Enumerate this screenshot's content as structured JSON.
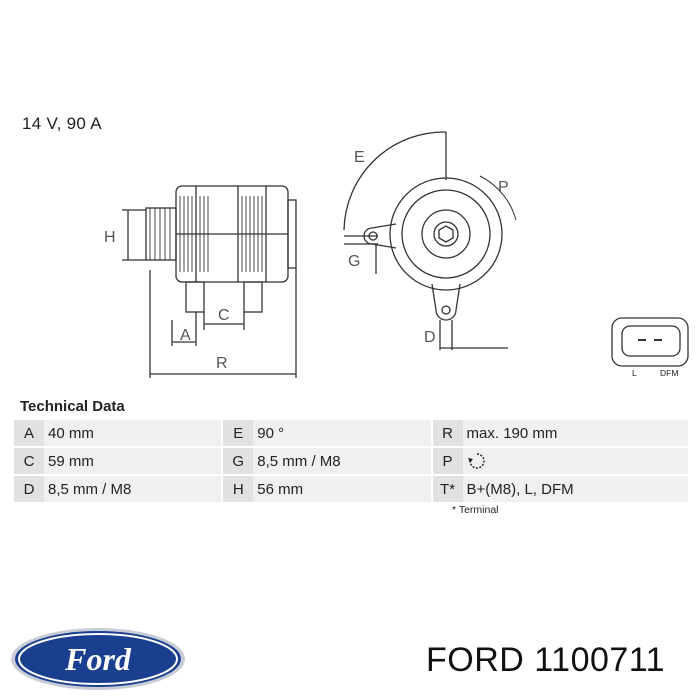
{
  "rating": "14 V, 90 A",
  "drawing": {
    "side_labels": {
      "h": "H",
      "a": "A",
      "c": "C",
      "r": "R"
    },
    "front_labels": {
      "e": "E",
      "p": "P",
      "g": "G",
      "d": "D"
    },
    "connector_labels": {
      "l": "L",
      "dfm": "DFM"
    }
  },
  "technical_data": {
    "title": "Technical Data",
    "rows": [
      [
        {
          "k": "A",
          "v": "40 mm"
        },
        {
          "k": "E",
          "v": "90 °"
        },
        {
          "k": "R",
          "v": "max. 190 mm"
        }
      ],
      [
        {
          "k": "C",
          "v": "59 mm"
        },
        {
          "k": "G",
          "v": "8,5 mm / M8"
        },
        {
          "k": "P",
          "v": ""
        }
      ],
      [
        {
          "k": "D",
          "v": "8,5 mm / M8"
        },
        {
          "k": "H",
          "v": "56 mm"
        },
        {
          "k": "T*",
          "v": "B+(M8), L, DFM"
        }
      ]
    ],
    "footnote": "* Terminal"
  },
  "logo": {
    "text": "Ford",
    "color": "#1b3f8f"
  },
  "brand_text": "FORD 1100711"
}
